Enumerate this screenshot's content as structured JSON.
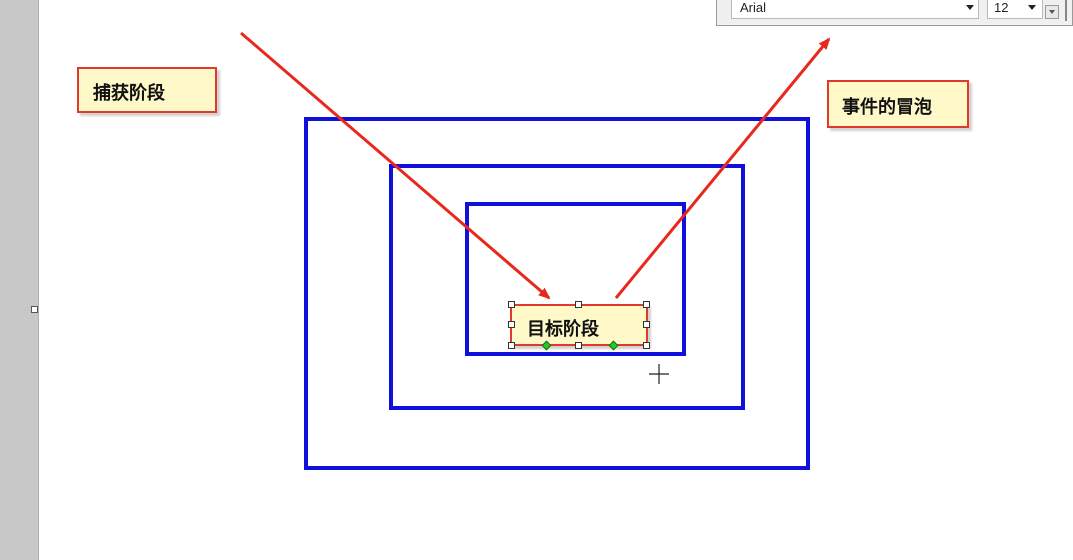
{
  "toolbar": {
    "font_name": "Arial",
    "font_size": "12"
  },
  "diagram": {
    "notes": {
      "capture": "捕获阶段",
      "bubble": "事件的冒泡",
      "target": "目标阶段"
    },
    "colors": {
      "box_border": "#1010dd",
      "arrow": "#e8281c",
      "note_fill": "#fff8c8",
      "note_border": "#e03a2a"
    }
  },
  "icons": {
    "crosshair": "crosshair-cursor-icon",
    "dropdown": "chevron-down-icon"
  }
}
